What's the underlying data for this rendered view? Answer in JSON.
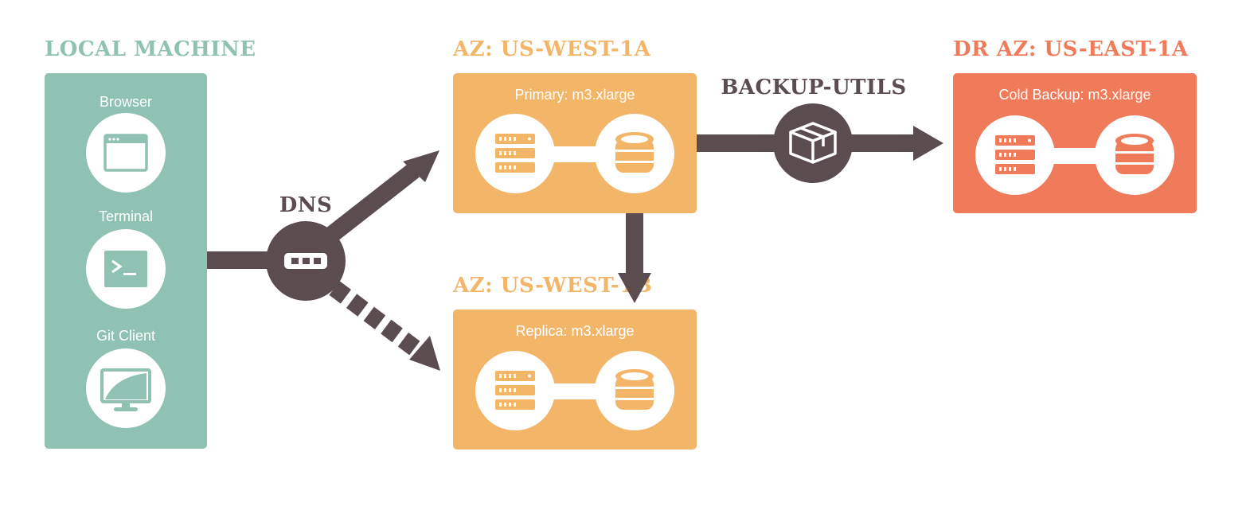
{
  "colors": {
    "teal": "#8fc2b3",
    "orange": "#f3b568",
    "coral": "#ef7b5b",
    "dark": "#5b4c50",
    "white": "#ffffff"
  },
  "local": {
    "title": "LOCAL MACHINE",
    "items": [
      {
        "label": "Browser",
        "icon": "browser-window-icon"
      },
      {
        "label": "Terminal",
        "icon": "terminal-icon"
      },
      {
        "label": "Git Client",
        "icon": "monitor-icon"
      }
    ]
  },
  "dns": {
    "label": "DNS",
    "icon": "dns-ellipsis-icon"
  },
  "primary": {
    "zone": "AZ: US-WEST-1A",
    "label": "Primary: m3.xlarge"
  },
  "replica": {
    "zone": "AZ: US-WEST-1B",
    "label": "Replica: m3.xlarge"
  },
  "backup_utils": {
    "label": "BACKUP-UTILS",
    "icon": "package-box-icon"
  },
  "dr": {
    "zone": "DR AZ: US-EAST-1A",
    "label": "Cold Backup: m3.xlarge"
  },
  "node_icons": {
    "server": "server-rack-icon",
    "database": "database-icon"
  }
}
